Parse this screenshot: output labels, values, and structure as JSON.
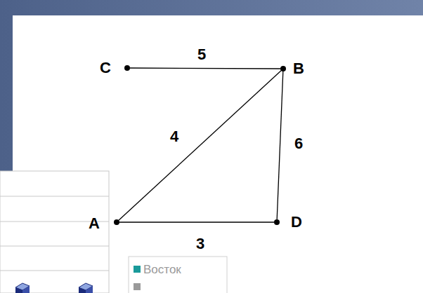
{
  "diagram": {
    "nodes": [
      {
        "text": [
          "C"
        ]
      },
      {
        "text": [
          "B"
        ]
      },
      {
        "text": [
          "A"
        ]
      },
      {
        "text": [
          "D"
        ]
      }
    ],
    "edges": [
      {
        "from": 0,
        "to": 1,
        "arrow": "none",
        "label": "5"
      },
      {
        "from": 2,
        "to": 1,
        "arrow": "none",
        "label": "4"
      },
      {
        "from": 1,
        "to": 3,
        "arrow": "none",
        "label": "6"
      },
      {
        "from": 2,
        "to": 3,
        "arrow": "none",
        "label": "3"
      }
    ],
    "legend": [
      {
        "text": "Восток",
        "color": "#1a9a9a"
      }
    ]
  }
}
